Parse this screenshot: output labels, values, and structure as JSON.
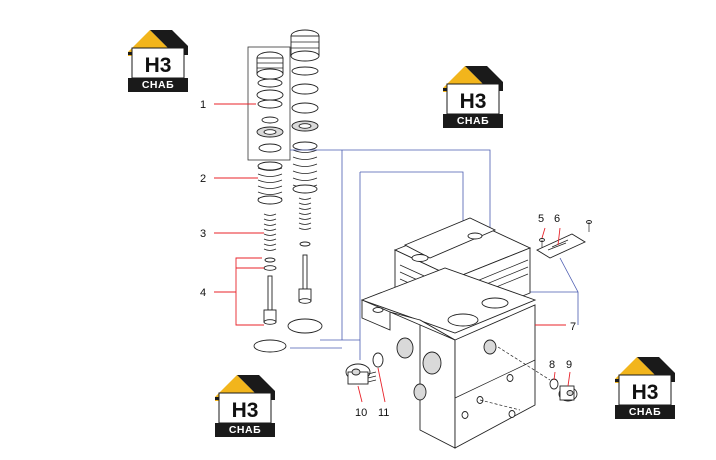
{
  "logos": [
    {
      "id": "logo-top-left",
      "main": "H3",
      "sub": "СНАБ"
    },
    {
      "id": "logo-top-center",
      "main": "H3",
      "sub": "СНАБ"
    },
    {
      "id": "logo-bottom-left",
      "main": "H3",
      "sub": "СНАБ"
    },
    {
      "id": "logo-bottom-right",
      "main": "H3",
      "sub": "СНАБ"
    }
  ],
  "callouts": [
    "1",
    "2",
    "3",
    "4",
    "5",
    "6",
    "7",
    "8",
    "9",
    "10",
    "11"
  ],
  "colors": {
    "leader": "#e8232a",
    "connector": "#4a5bb0",
    "logo_accent": "#f2b51c",
    "logo_dark": "#1a1a1a"
  }
}
